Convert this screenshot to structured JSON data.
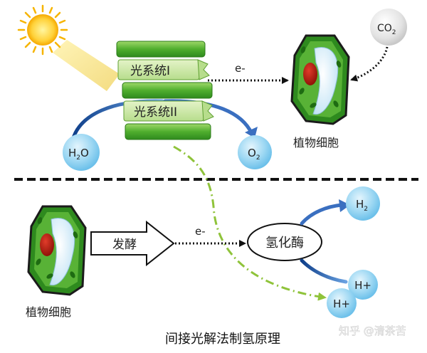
{
  "psI_label": "光系统I",
  "psII_label": "光系统II",
  "electron_top": "e-",
  "electron_bottom": "e-",
  "co2_label": "CO",
  "co2_sub": "2",
  "h2o_label_a": "H",
  "h2o_sub": "2",
  "h2o_label_b": "O",
  "o2_label": "O",
  "o2_sub": "2",
  "cell_top_label": "植物细胞",
  "cell_bottom_label": "植物细胞",
  "fermentation_label": "发酵",
  "hydrogenase_label": "氢化酶",
  "h2_label": "H",
  "h2_sub": "2",
  "hplus_1": "H+",
  "hplus_2": "H+",
  "caption": "间接光解法制氢原理",
  "watermark": "知乎 @清茶苦"
}
